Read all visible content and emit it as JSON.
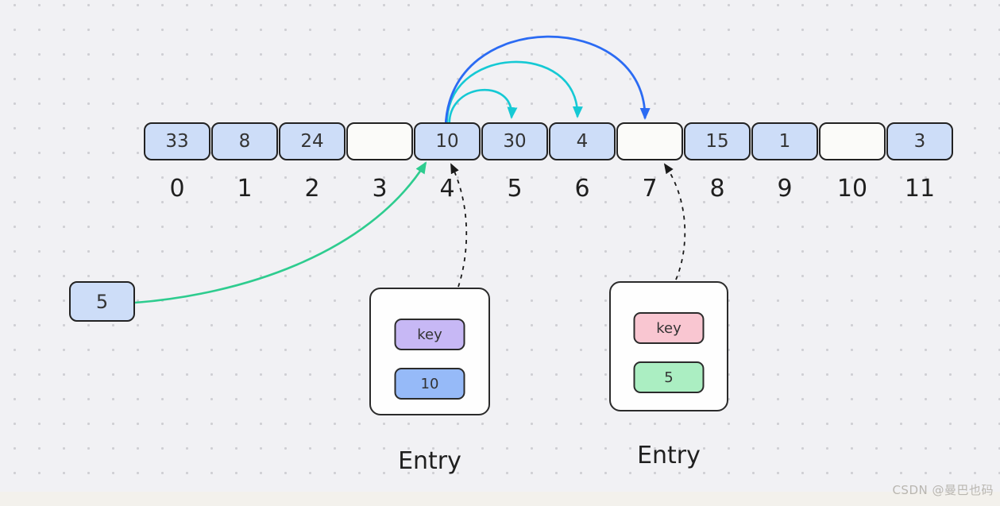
{
  "array": {
    "cells": [
      {
        "index": "0",
        "value": "33"
      },
      {
        "index": "1",
        "value": "8"
      },
      {
        "index": "2",
        "value": "24"
      },
      {
        "index": "3",
        "value": ""
      },
      {
        "index": "4",
        "value": "10"
      },
      {
        "index": "5",
        "value": "30"
      },
      {
        "index": "6",
        "value": "4"
      },
      {
        "index": "7",
        "value": ""
      },
      {
        "index": "8",
        "value": "15"
      },
      {
        "index": "9",
        "value": "1"
      },
      {
        "index": "10",
        "value": ""
      },
      {
        "index": "11",
        "value": "3"
      }
    ]
  },
  "probe_value_box": {
    "value": "5"
  },
  "entries": [
    {
      "label": "Entry",
      "key_label": "key",
      "value": "10",
      "key_color": "#c7b8f5",
      "value_color": "#96baf8"
    },
    {
      "label": "Entry",
      "key_label": "key",
      "value": "5",
      "key_color": "#f9c6d1",
      "value_color": "#abeec2"
    }
  ],
  "colors": {
    "cell_filled": "#cdddf8",
    "cell_empty": "#fbfbf9",
    "cell_border": "#222222",
    "probe_arc_cyan": "#15c9d4",
    "probe_arc_blue": "#2b6bf3",
    "insert_arrow_green": "#2ecc8f",
    "dashed_arrow_black": "#1a1a1a"
  },
  "watermark": "CSDN @曼巴也码"
}
